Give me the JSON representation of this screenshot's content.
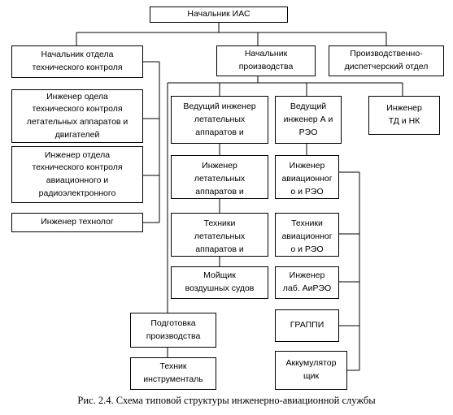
{
  "diagram": {
    "head": "Начальник ИАС",
    "quality_head": "Начальник отдела\nтехнического контроля",
    "production_head": "Начальник\nпроизводства",
    "dispatch": "Производственно-\nдиспетчерский отдел",
    "engineer_aircraft_qc": "Инженер одела\nтехнического контроля\nлетательных аппаратов и\nдвигателей",
    "engineer_avionics_qc": "Инженер отдела\nтехнического контроля\nавиационного и\nрадиоэлектронного",
    "engineer_technologist": "Инженер технолог",
    "lead_engineer_aircraft": "Ведущий инженер\nлетательных\nаппаратов и",
    "lead_engineer_avionics": "Ведущий\nинженер А и\nРЭО",
    "engineer_td_nk": "Инженер\nТД и НК",
    "engineer_aircraft": "Инженер\nлетательных\nаппаратов и",
    "engineer_avionics": "Инженер\nавиационног\nо и РЭО",
    "technicians_aircraft": "Техники\nлетательных\nаппаратов и",
    "technicians_avionics": "Техники\nавиационног\nо и РЭО",
    "washer": "Мойщик\nвоздушных судов",
    "engineer_lab": "Инженер\nлаб. АиРЭО",
    "grappi": "ГРАППИ",
    "accumulator": "Аккумулятор\nщик",
    "production_prep": "Подготовка\nпроизводства",
    "tool_technician": "Техник\nинструменталь"
  },
  "caption": "Рис. 2.4. Схема типовой структуры инженерно-авиационной службы"
}
